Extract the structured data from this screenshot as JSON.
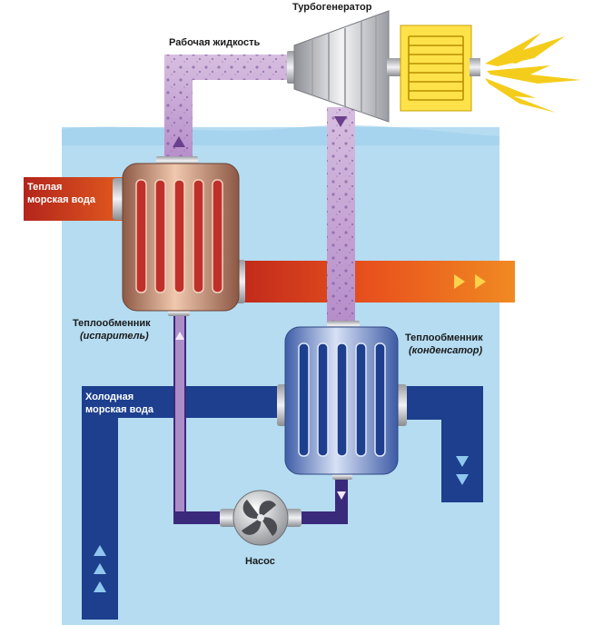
{
  "labels": {
    "turbogenerator": "Турбогенератор",
    "working_fluid": "Рабочая жидкость",
    "warm_water_line1": "Теплая",
    "warm_water_line2": "морская вода",
    "evaporator_line1": "Теплообменник",
    "evaporator_line2": "(испаритель)",
    "condenser_line1": "Теплообменник",
    "condenser_line2": "(конденсатор)",
    "cold_water_line1": "Холодная",
    "cold_water_line2": "морская вода",
    "pump": "Насос"
  },
  "colors": {
    "sea": "#aed8ef",
    "sea_edge": "#7cc0e6",
    "warm_pipe": "#e8651e",
    "cold_pipe": "#1c3f8f",
    "vapor": "#c9a8d6",
    "liquid": "#3b2a7a",
    "evaporator": "#c88a6a",
    "condenser": "#6a86c8",
    "generator": "#ffe55a"
  }
}
